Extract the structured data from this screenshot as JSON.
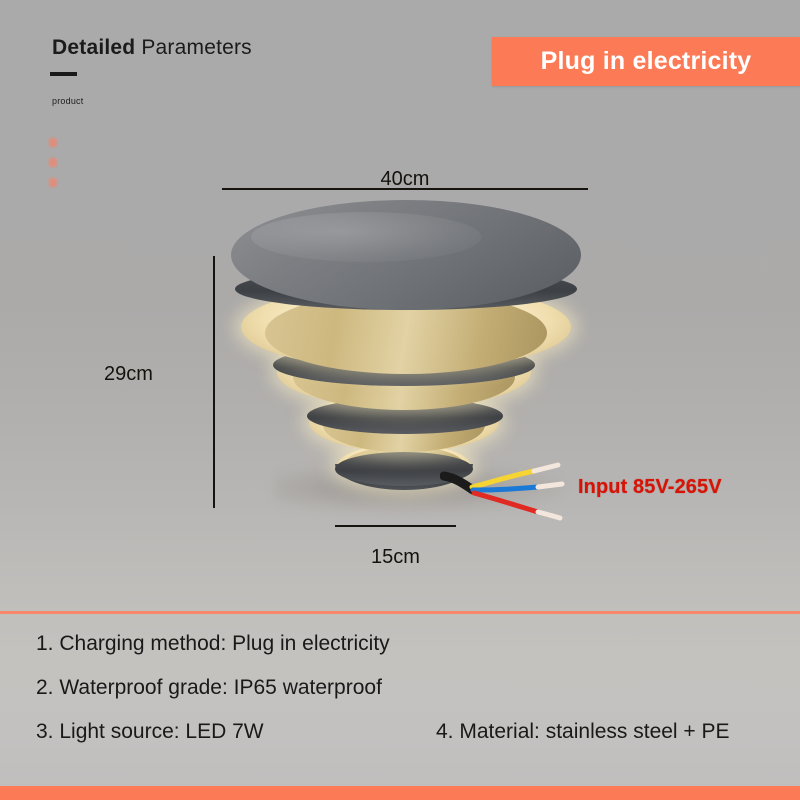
{
  "header": {
    "title_strong": "Detailed",
    "title_light": "Parameters",
    "product_word": "product",
    "accent_dot_color": "#f4846c"
  },
  "badge": {
    "label": "Plug in electricity",
    "bg_color": "#fd7a56",
    "text_color": "#ffffff"
  },
  "dimensions": {
    "width_label": "40cm",
    "height_label": "29cm",
    "base_label": "15cm"
  },
  "voltage": {
    "label": "Input 85V-265V",
    "color": "#d81305"
  },
  "product_image": {
    "name": "tiered-led-outdoor-lamp",
    "tiers": 4,
    "body_color": "#6f7276",
    "glow_color": "#fdf3d4",
    "brass_color": "#d9c593",
    "wires": [
      {
        "name": "yellow-wire",
        "color": "#f5d433"
      },
      {
        "name": "blue-wire",
        "color": "#1a78d6"
      },
      {
        "name": "red-wire",
        "color": "#e02a22"
      }
    ]
  },
  "specs": {
    "divider_color": "#fd7a56",
    "rows": [
      {
        "left": "1. Charging method: Plug in electricity",
        "right": ""
      },
      {
        "left": "2. Waterproof grade: IP65 waterproof",
        "right": ""
      },
      {
        "left": "3. Light source: LED 7W",
        "right": "4. Material: stainless steel + PE"
      }
    ]
  }
}
